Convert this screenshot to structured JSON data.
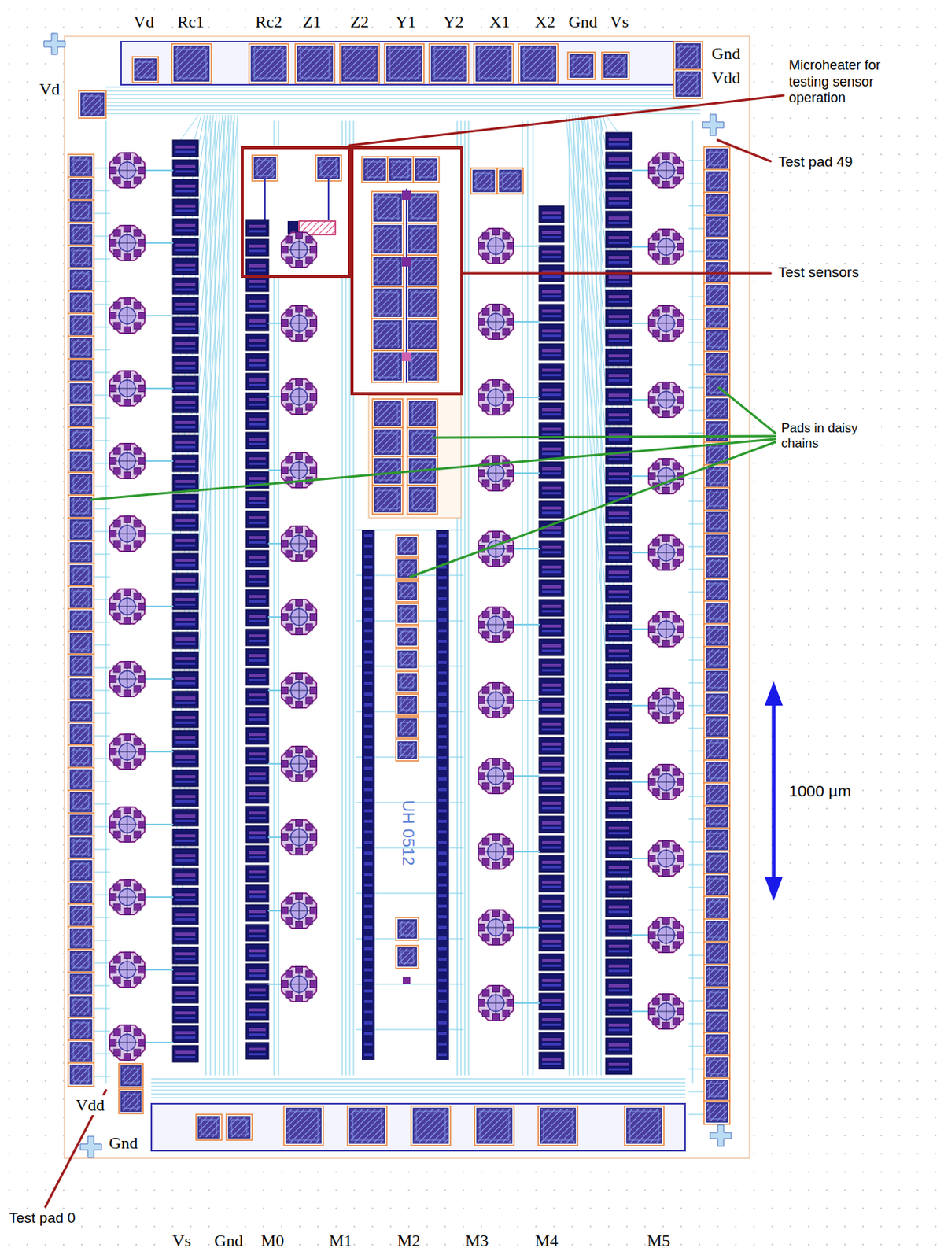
{
  "diagram": {
    "labels": [
      "Vd",
      "Rc1",
      "Rc2",
      "Z1",
      "Z2",
      "Y1",
      "Y2",
      "X1",
      "X2",
      "Gnd",
      "Vs",
      "Gnd",
      "Vdd",
      "Microheater for testing sensor operation",
      "Vd",
      "Test pad 49",
      "Test sensors",
      "Pads in daisy chains",
      "1000 µm",
      "UH 0512",
      "Vdd",
      "Test pad 0",
      "Gnd",
      "Vs",
      "Gnd",
      "M0",
      "M1",
      "M2",
      "M3",
      "M4",
      "M5"
    ]
  }
}
